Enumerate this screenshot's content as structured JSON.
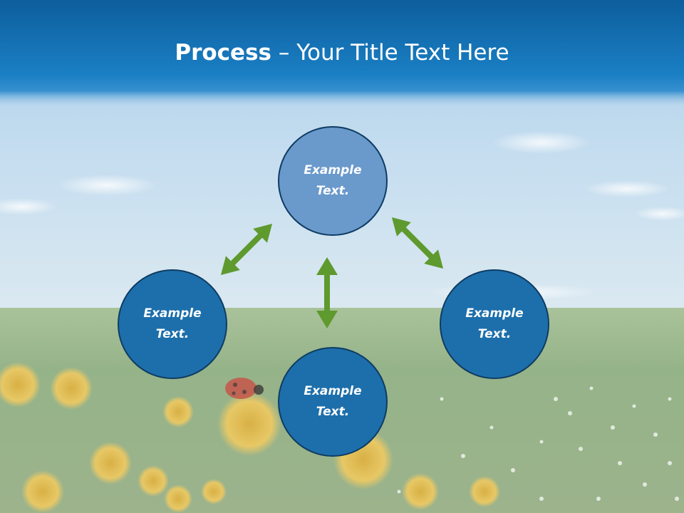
{
  "slide": {
    "title_bold": "Process",
    "title_rest": " – Your Title Text Here"
  },
  "nodes": [
    {
      "id": "top",
      "label": "Example Text."
    },
    {
      "id": "left",
      "label": "Example Text."
    },
    {
      "id": "bottom",
      "label": "Example Text."
    },
    {
      "id": "right",
      "label": "Example Text."
    }
  ],
  "colors": {
    "title_bar": "#1578bf",
    "top_node": "#6a99cc",
    "side_nodes": "#1d6fab",
    "node_border": "#0f3c63",
    "arrows": "#5e9a2e"
  },
  "icons": [
    "double-arrow-icon"
  ]
}
